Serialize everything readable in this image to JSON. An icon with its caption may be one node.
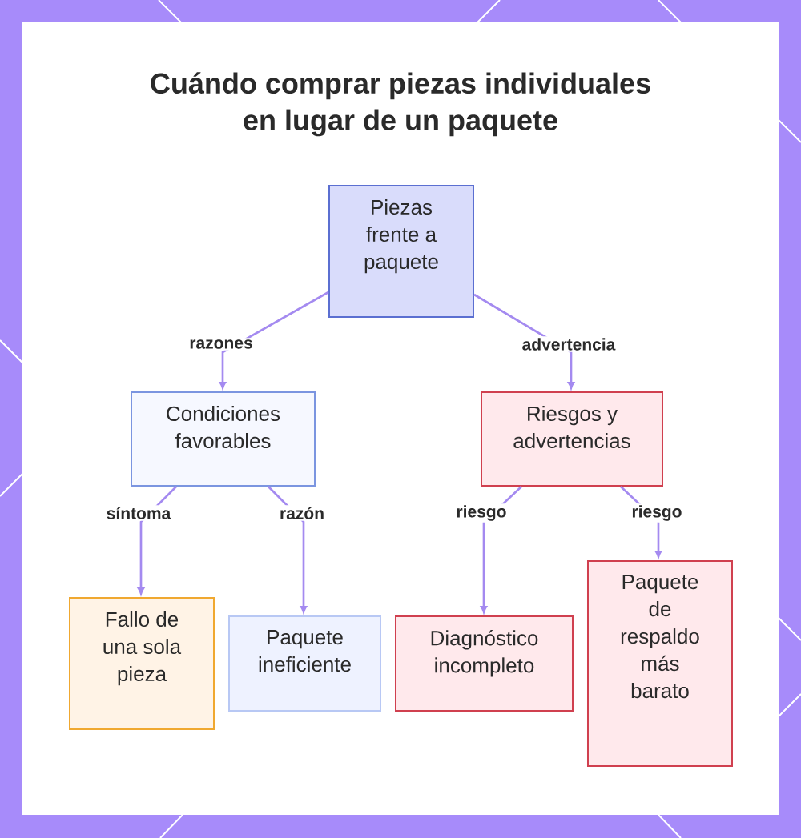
{
  "diagram": {
    "title": "Cuándo comprar piezas individuales en lugar de un paquete",
    "nodes": [
      {
        "text": [
          "Piezas frente a paquete"
        ]
      },
      {
        "text": [
          "Condiciones favorables"
        ]
      },
      {
        "text": [
          "Riesgos y advertencias"
        ]
      },
      {
        "text": [
          "Fallo de una sola pieza"
        ]
      },
      {
        "text": [
          "Paquete ineficiente"
        ]
      },
      {
        "text": [
          "Diagnóstico incompleto"
        ]
      },
      {
        "text": [
          "Paquete de respaldo más barato"
        ]
      }
    ],
    "edges": [
      {
        "from": 0,
        "to": 1,
        "arrow": "to",
        "label": "razones"
      },
      {
        "from": 0,
        "to": 2,
        "arrow": "to",
        "label": "advertencia"
      },
      {
        "from": 1,
        "to": 3,
        "arrow": "to",
        "label": "síntoma"
      },
      {
        "from": 1,
        "to": 4,
        "arrow": "to",
        "label": "razón"
      },
      {
        "from": 2,
        "to": 5,
        "arrow": "to",
        "label": "riesgo"
      },
      {
        "from": 2,
        "to": 6,
        "arrow": "to",
        "label": "riesgo"
      }
    ]
  }
}
